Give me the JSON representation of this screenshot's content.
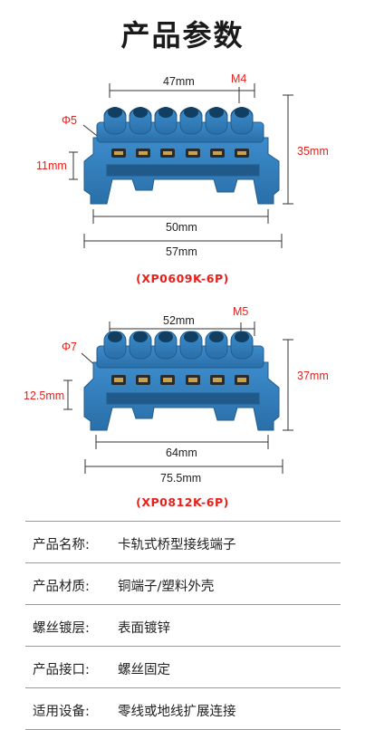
{
  "title": "产品参数",
  "products": [
    {
      "model": "(XP0609K-6P)",
      "m_label": "M4",
      "phi_label": "Φ5",
      "hole_depth": "11mm",
      "top_width": "47mm",
      "height": "35mm",
      "rail_width": "50mm",
      "total_width": "57mm"
    },
    {
      "model": "(XP0812K-6P)",
      "m_label": "M5",
      "phi_label": "Φ7",
      "hole_depth": "12.5mm",
      "top_width": "52mm",
      "height": "37mm",
      "rail_width": "64mm",
      "total_width": "75.5mm"
    }
  ],
  "specs": [
    {
      "key": "产品名称:",
      "value": "卡轨式桥型接线端子"
    },
    {
      "key": "产品材质:",
      "value": "铜端子/塑料外壳"
    },
    {
      "key": "螺丝镀层:",
      "value": "表面镀锌"
    },
    {
      "key": "产品接口:",
      "value": "螺丝固定"
    },
    {
      "key": "适用设备:",
      "value": "零线或地线扩展连接"
    }
  ],
  "colors": {
    "block": "#2f7fbd",
    "accent": "#e8201c",
    "text": "#222222"
  }
}
